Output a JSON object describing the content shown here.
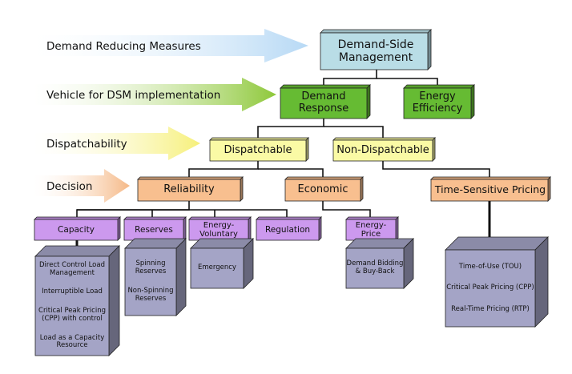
{
  "row_labels": {
    "demand_reducing": "Demand Reducing Measures",
    "vehicle": "Vehicle for DSM implementation",
    "dispatchability": "Dispatchability",
    "decision": "Decision"
  },
  "nodes": {
    "dsm": "Demand-Side\nManagement",
    "demand_response": "Demand\nResponse",
    "energy_efficiency": "Energy\nEfficiency",
    "dispatchable": "Dispatchable",
    "non_dispatchable": "Non-Dispatchable",
    "reliability": "Reliability",
    "economic": "Economic",
    "time_sensitive": "Time-Sensitive Pricing",
    "capacity": "Capacity",
    "reserves": "Reserves",
    "energy_voluntary": "Energy-\nVoluntary",
    "regulation": "Regulation",
    "energy_price": "Energy-\nPrice"
  },
  "details": {
    "capacity": [
      "Direct Control Load Management",
      "Interruptible Load",
      "Critical Peak Pricing (CPP) with control",
      "Load as a Capacity Resource"
    ],
    "reserves": [
      "Spinning Reserves",
      "Non-Spinning Reserves"
    ],
    "energy_voluntary": [
      "Emergency"
    ],
    "energy_price": [
      "Demand Bidding & Buy-Back"
    ],
    "time_sensitive": [
      "Time-of-Use (TOU)",
      "Critical Peak Pricing (CPP)",
      "Real-Time Pricing (RTP)"
    ]
  },
  "colors": {
    "arrow_blue": "#b7d9f5",
    "arrow_green": "#8ec83a",
    "arrow_yellow": "#f6f07a",
    "arrow_orange": "#f5b886",
    "dsm_fill": "#b9dde6",
    "green_fill": "#66bb33",
    "yellow_fill": "#fafaa5",
    "orange_fill": "#f8bf8f",
    "purple_fill": "#cc99ee",
    "detail_fill": "#a4a4c6"
  }
}
